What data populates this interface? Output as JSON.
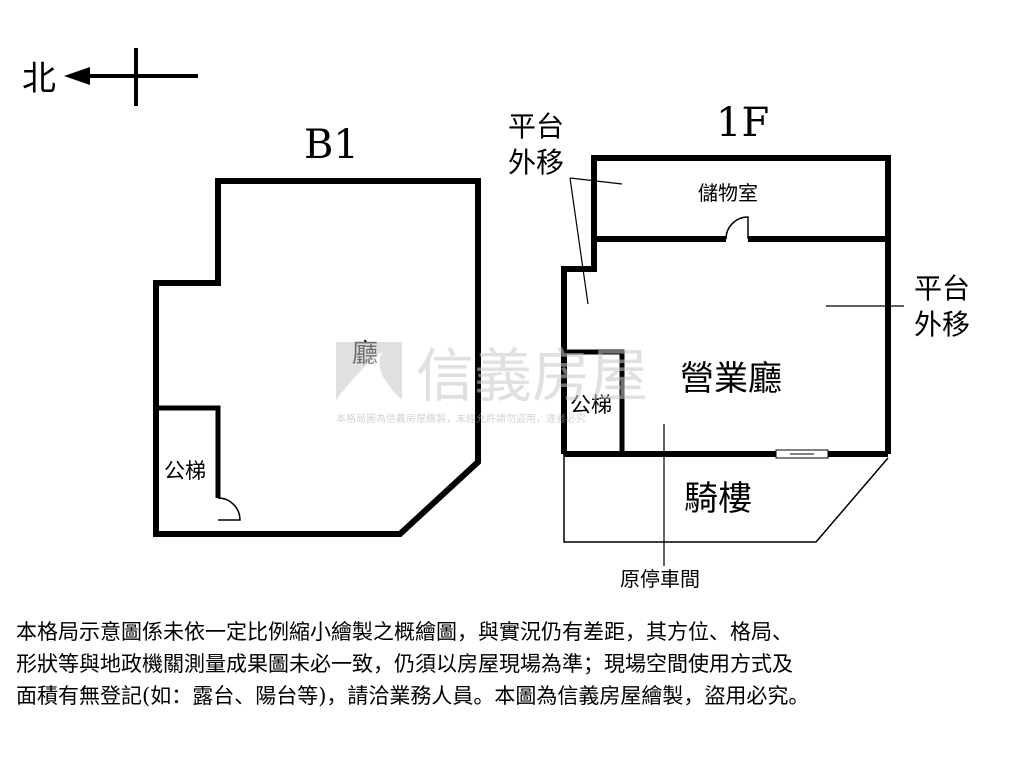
{
  "compass": {
    "north_label": "北"
  },
  "b1": {
    "title": "B1",
    "hall_label": "廳",
    "stair_label": "公梯"
  },
  "f1": {
    "title": "1F",
    "platform_top_line1": "平台",
    "platform_top_line2": "外移",
    "storage_label": "儲物室",
    "platform_right_line1": "平台",
    "platform_right_line2": "外移",
    "business_hall_label": "營業廳",
    "stair_label": "公梯",
    "arcade_label": "騎樓",
    "parking_label": "原停車間"
  },
  "watermark": {
    "brand": "信義房屋",
    "note": "本格局圖為信義房屋繪製，未經允許請勿盜用，違者必究"
  },
  "disclaimer": {
    "line1": "本格局示意圖係未依一定比例縮小繪製之概繪圖，與實況仍有差距，其方位、格局、",
    "line2": "形狀等與地政機關測量成果圖未必一致，仍須以房屋現場為準；現場空間使用方式及",
    "line3": "面積有無登記(如：露台、陽台等)，請洽業務人員。本圖為信義房屋繪製，盜用必究。"
  },
  "colors": {
    "wall": "#000000",
    "watermark": "#c8c8c8"
  }
}
